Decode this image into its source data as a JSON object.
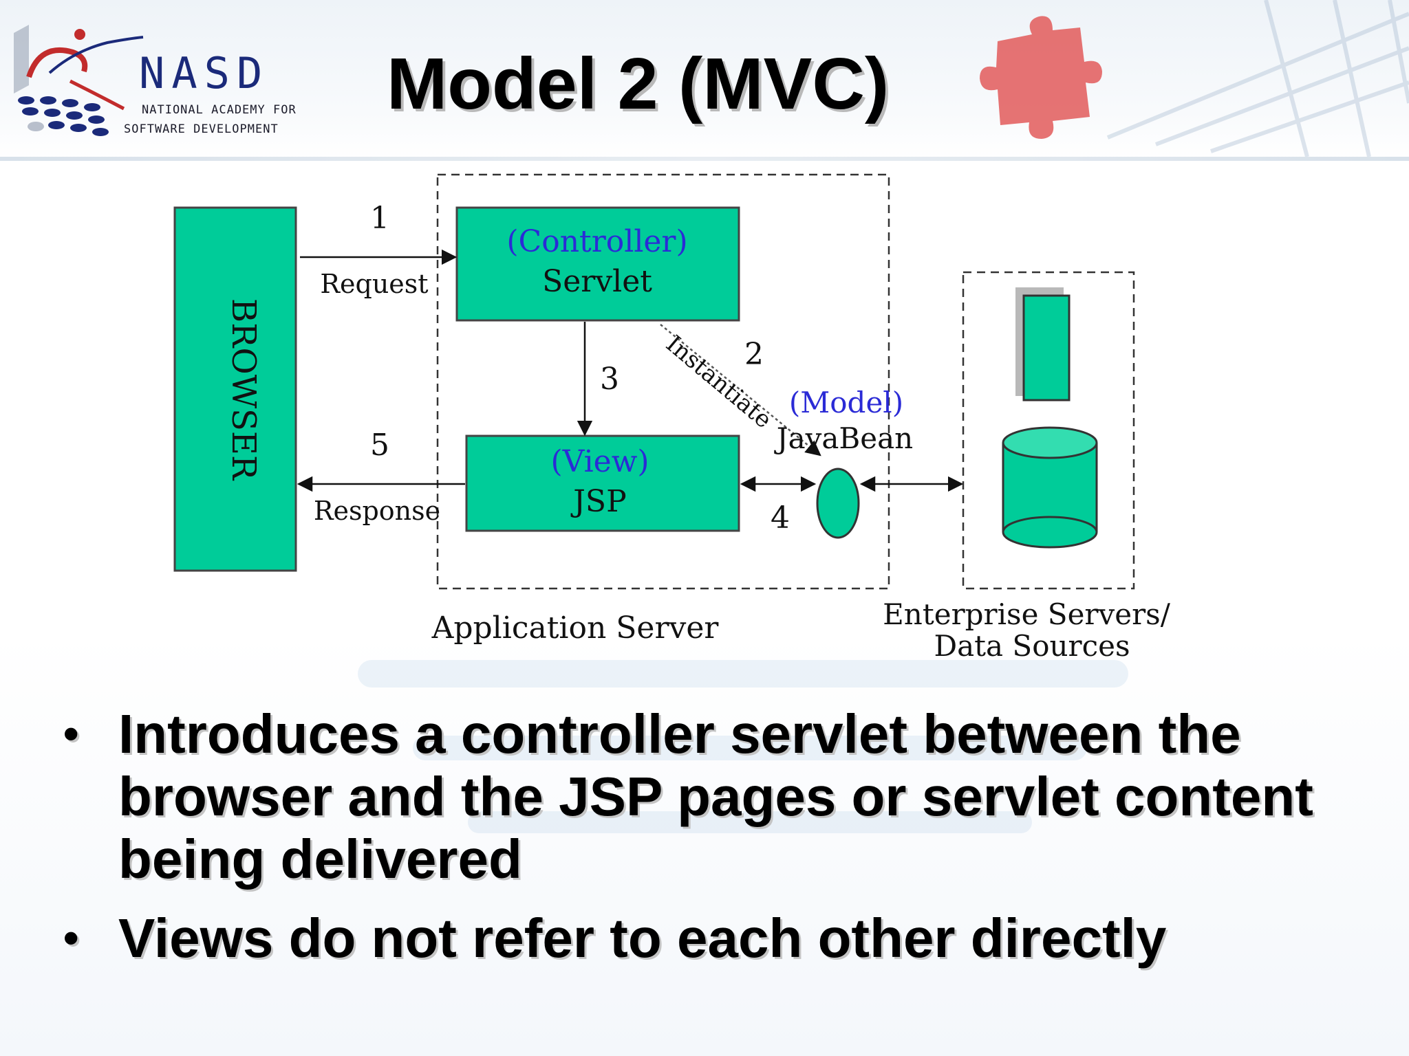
{
  "slide": {
    "title": "Model 2 (MVC)"
  },
  "logo": {
    "name": "NASD",
    "line1": "NATIONAL ACADEMY FOR",
    "line2": "SOFTWARE DEVELOPMENT"
  },
  "diagram": {
    "browser_label": "BROWSER",
    "controller_role": "(Controller)",
    "controller_name": "Servlet",
    "view_role": "(View)",
    "view_name": "JSP",
    "model_role": "(Model)",
    "model_name": "JavaBean",
    "step1": "1",
    "step1_label": "Request",
    "step2": "2",
    "step2_label": "Instantiate",
    "step3": "3",
    "step4": "4",
    "step5": "5",
    "step5_label": "Response",
    "app_server_label": "Application Server",
    "enterprise_label_line1": "Enterprise Servers/",
    "enterprise_label_line2": "Data Sources",
    "colors": {
      "box_fill": "#00cc99",
      "role_text": "#2b2bd6",
      "stroke": "#333333"
    }
  },
  "bullets": [
    "Introduces a controller servlet between the browser and the JSP pages or servlet content being delivered",
    "Views do not refer to each other directly"
  ]
}
